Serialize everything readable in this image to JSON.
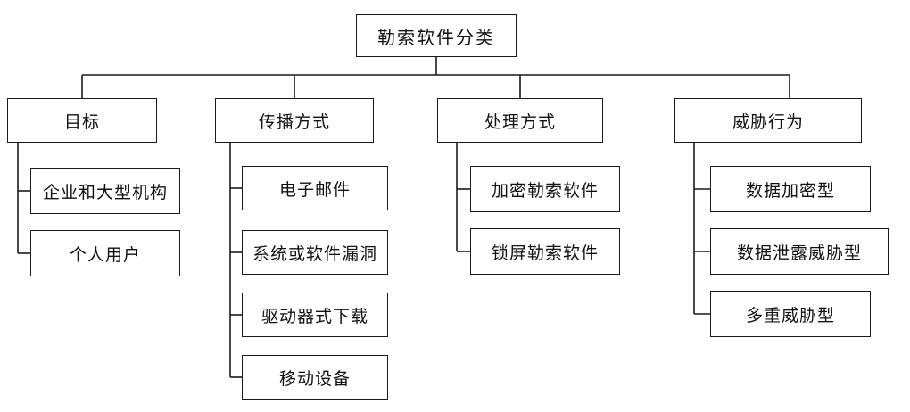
{
  "root": "勒索软件分类",
  "categories": [
    {
      "label": "目标",
      "children": [
        "企业和大型机构",
        "个人用户"
      ]
    },
    {
      "label": "传播方式",
      "children": [
        "电子邮件",
        "系统或软件漏洞",
        "驱动器式下载",
        "移动设备"
      ]
    },
    {
      "label": "处理方式",
      "children": [
        "加密勒索软件",
        "锁屏勒索软件"
      ]
    },
    {
      "label": "威胁行为",
      "children": [
        "数据加密型",
        "数据泄露威胁型",
        "多重威胁型"
      ]
    }
  ]
}
